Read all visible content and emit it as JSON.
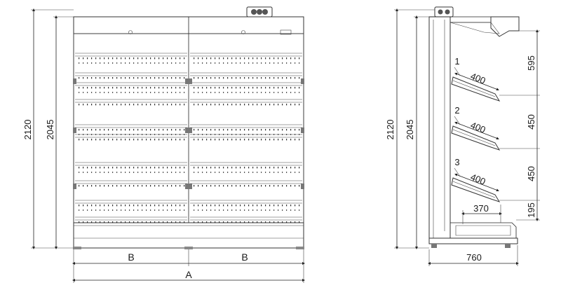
{
  "front_view": {
    "overall_height": "2120",
    "inner_height": "2045",
    "bay_width_left": "B",
    "bay_width_right": "B",
    "total_width": "A"
  },
  "side_view": {
    "overall_height": "2120",
    "inner_height": "2045",
    "depth": "760",
    "shelves": [
      {
        "number": "1",
        "depth": "400"
      },
      {
        "number": "2",
        "depth": "400"
      },
      {
        "number": "3",
        "depth": "400"
      }
    ],
    "spacing_top": "595",
    "spacing_mid": "450",
    "spacing_low": "450",
    "base_height": "195",
    "base_depth": "370"
  }
}
